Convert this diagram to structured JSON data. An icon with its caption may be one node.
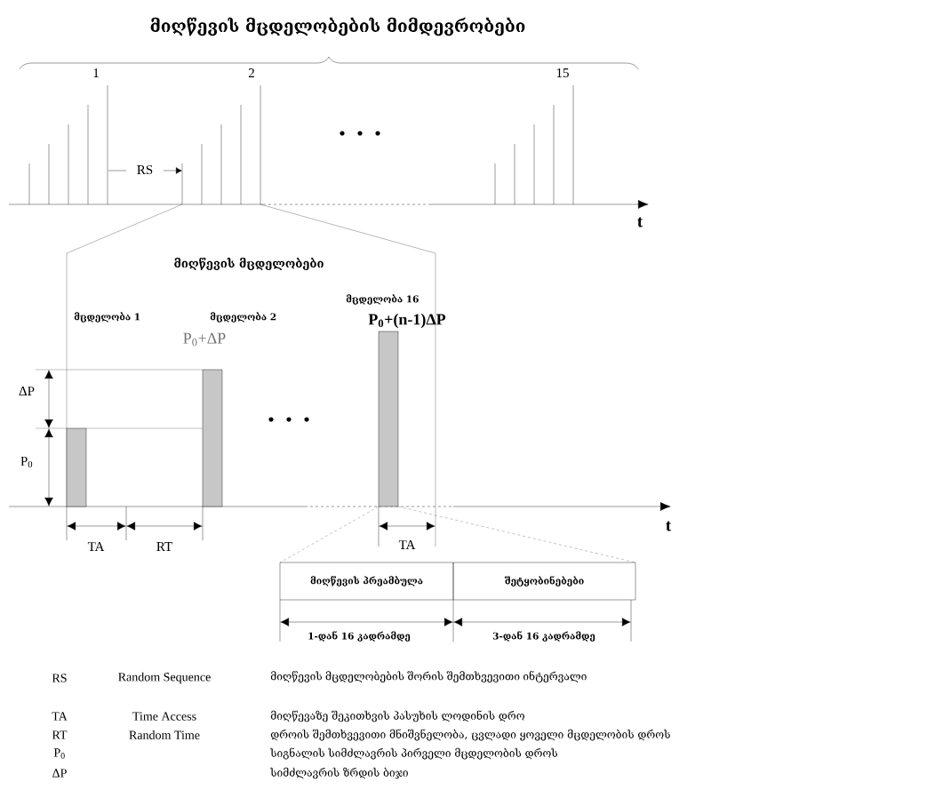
{
  "diagram": {
    "title": "მიღწევის მცდელობების მიმდევრობები",
    "nodes": [
      {
        "text": [
          "მიღწევის პრეამბულა"
        ]
      },
      {
        "text": [
          "შეტყობინებები"
        ]
      }
    ],
    "labels": [
      "1",
      "2",
      "15",
      "RS",
      "t",
      "მიღწევის მცდელობები",
      "მცდელობა 1",
      "მცდელობა 2",
      "P$_{0}$+ΔP",
      "მცდელობა 16",
      "P$_{0}$+(n-1)ΔP",
      "ΔP",
      "P$_{0}$",
      "TA",
      "RT",
      "TA",
      "t",
      "1-დან 16 კადრამდე",
      "3-დან 16 კადრამდე",
      "RS",
      "Random Sequence",
      "მიღწევის მცდელობების შორის შემთხვევითი ინტერვალი",
      "TA",
      "Time Access",
      "მიღწევაზე შეკითხვის პასუხის ლოდინის დრო",
      "RT",
      "Random Time",
      "დროის შემთხვევითი მნიშვნელობა, ცვლადი ყოველი მცდელობის დროს",
      "P$_{0}$",
      "სიგნალის სიმძლავრის პირველი მცდელობის დროს",
      "ΔP",
      "სიმძლავრის ზრდის ბიჯი"
    ]
  }
}
